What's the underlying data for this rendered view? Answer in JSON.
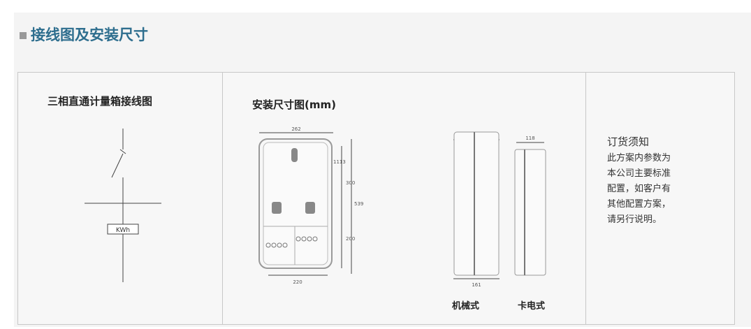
{
  "header": {
    "title": "接线图及安装尺寸"
  },
  "wiring": {
    "title": "三相直通计量箱接线图",
    "meter_label": "KWh"
  },
  "install": {
    "title": "安装尺寸图(mm)",
    "dims": {
      "width_top": "262",
      "height_upper": "300",
      "height_total": "539",
      "height_lower": "200",
      "width_bottom": "220",
      "side_small": "1113",
      "depth_card": "118",
      "depth_mech": "161"
    },
    "mech_label": "机械式",
    "card_label": "卡电式"
  },
  "notice": {
    "title": "订货须知",
    "lines": [
      "此方案内参数为",
      "本公司主要标准",
      "配置，如客户有",
      "其他配置方案，",
      "请另行说明。"
    ]
  }
}
